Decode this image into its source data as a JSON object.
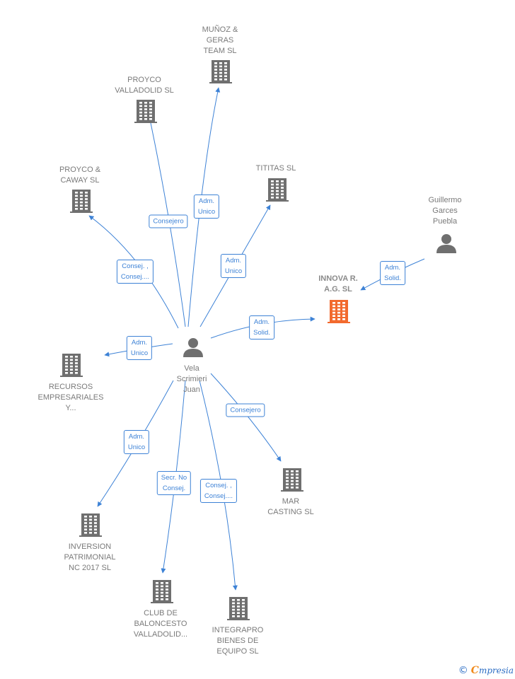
{
  "colors": {
    "edge": "#3d82d6",
    "building": "#6f6f6f",
    "highlight": "#f26a2e",
    "person": "#6f6f6f"
  },
  "nodes": [
    {
      "id": "vela",
      "type": "person",
      "label": [
        "Vela",
        "Scrimieri",
        "Juan"
      ]
    },
    {
      "id": "guillermo",
      "type": "person",
      "label": [
        "Guillermo",
        "Garces",
        "Puebla"
      ]
    },
    {
      "id": "innova",
      "type": "company",
      "highlight": true,
      "label": [
        "INNOVA R.",
        "A.G.  SL"
      ]
    },
    {
      "id": "munoz",
      "type": "company",
      "label": [
        "MUÑOZ &",
        "GERAS",
        "TEAM  SL"
      ]
    },
    {
      "id": "proyco_valladolid",
      "type": "company",
      "label": [
        "PROYCO",
        "VALLADOLID SL"
      ]
    },
    {
      "id": "proyco_caway",
      "type": "company",
      "label": [
        "PROYCO &",
        "CAWAY  SL"
      ]
    },
    {
      "id": "tititas",
      "type": "company",
      "label": [
        "TITITAS  SL"
      ]
    },
    {
      "id": "recursos",
      "type": "company",
      "label": [
        "RECURSOS",
        "EMPRESARIALES",
        "Y..."
      ]
    },
    {
      "id": "inversion",
      "type": "company",
      "label": [
        "INVERSION",
        "PATRIMONIAL",
        "NC 2017  SL"
      ]
    },
    {
      "id": "club",
      "type": "company",
      "label": [
        "CLUB DE",
        "BALONCESTO",
        "VALLADOLID..."
      ]
    },
    {
      "id": "integrapro",
      "type": "company",
      "label": [
        "INTEGRAPRO",
        "BIENES DE",
        "EQUIPO  SL"
      ]
    },
    {
      "id": "mar",
      "type": "company",
      "label": [
        "MAR",
        "CASTING  SL"
      ]
    }
  ],
  "edges": [
    {
      "from": "vela",
      "to": "munoz",
      "label": [
        "Adm.",
        "Unico"
      ]
    },
    {
      "from": "vela",
      "to": "proyco_valladolid",
      "label": [
        "Consejero"
      ]
    },
    {
      "from": "vela",
      "to": "proyco_caway",
      "label": [
        "Consej. ,",
        "Consej...."
      ]
    },
    {
      "from": "vela",
      "to": "tititas",
      "label": [
        "Adm.",
        "Unico"
      ]
    },
    {
      "from": "vela",
      "to": "innova",
      "label": [
        "Adm.",
        "Solid."
      ]
    },
    {
      "from": "guillermo",
      "to": "innova",
      "label": [
        "Adm.",
        "Solid."
      ]
    },
    {
      "from": "vela",
      "to": "recursos",
      "label": [
        "Adm.",
        "Unico"
      ]
    },
    {
      "from": "vela",
      "to": "inversion",
      "label": [
        "Adm.",
        "Unico"
      ]
    },
    {
      "from": "vela",
      "to": "club",
      "label": [
        "Secr.  No",
        "Consej."
      ]
    },
    {
      "from": "vela",
      "to": "integrapro",
      "label": [
        "Consej. ,",
        "Consej...."
      ]
    },
    {
      "from": "vela",
      "to": "mar",
      "label": [
        "Consejero"
      ]
    }
  ],
  "brand": {
    "copyright": "©",
    "initial": "C",
    "rest": "mpresia"
  }
}
